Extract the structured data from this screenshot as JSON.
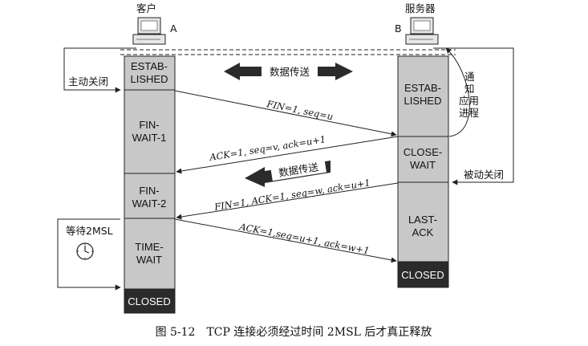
{
  "client": {
    "name": "客户",
    "letter": "A"
  },
  "server": {
    "name": "服务器",
    "letter": "B"
  },
  "client_states": [
    [
      "ESTAB-",
      "LISHED"
    ],
    [
      "FIN-",
      "WAIT-1"
    ],
    [
      "FIN-",
      "WAIT-2"
    ],
    [
      "TIME-",
      "WAIT"
    ],
    [
      "CLOSED"
    ]
  ],
  "server_states": [
    [
      "ESTAB-",
      "LISHED"
    ],
    [
      "CLOSE-",
      "WAIT"
    ],
    [
      "LAST-",
      "ACK"
    ],
    [
      "CLOSED"
    ]
  ],
  "messages": [
    {
      "text": "FIN=1, seq=u"
    },
    {
      "text": "ACK=1, seq=v, ack=u+1"
    },
    {
      "text": "FIN=1, ACK=1, seq=w, ack=u+1"
    },
    {
      "text": "ACK=1,seq=u+1, ack=w+1"
    }
  ],
  "data_transfer": [
    "数据传送",
    "数据传送"
  ],
  "labels": {
    "active_close": "主动关闭",
    "passive_close": "被动关闭",
    "notify_app": [
      "通",
      "知",
      "应用",
      "进程"
    ],
    "wait_2msl": "等待2MSL"
  },
  "caption": "图 5-12　TCP 连接必须经过时间 2MSL 后才真正释放",
  "colors": {
    "state_fill": "#c8c8c8",
    "closed_fill": "#2b2b2b",
    "line": "#222222"
  }
}
